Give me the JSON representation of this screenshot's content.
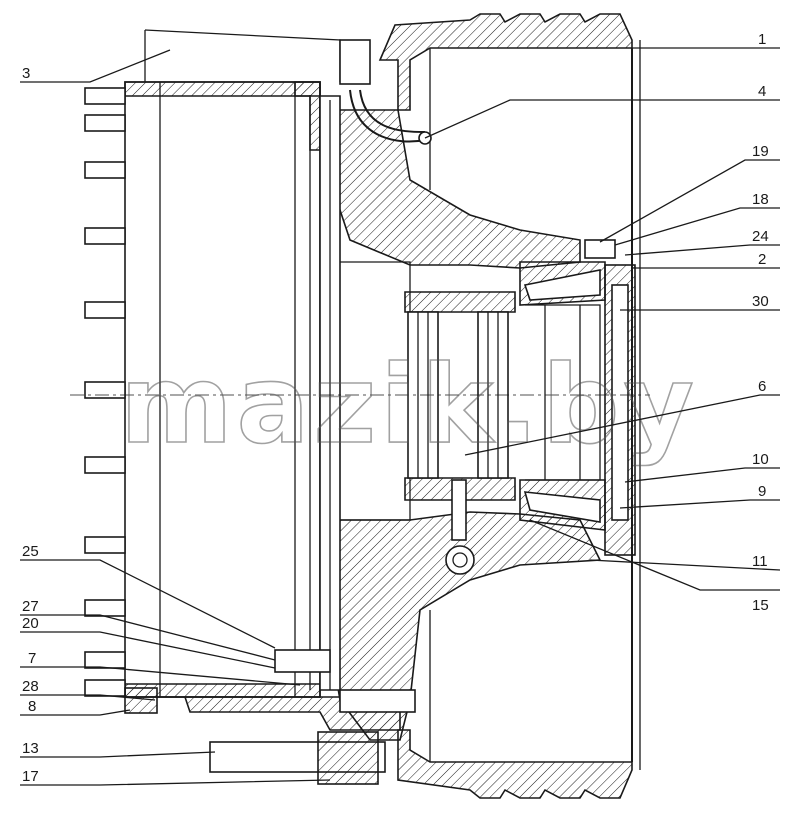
{
  "watermark": "mazik.by",
  "callouts": {
    "c1": "1",
    "c4": "4",
    "c19": "19",
    "c18": "18",
    "c24": "24",
    "c2": "2",
    "c30": "30",
    "c6": "6",
    "c10": "10",
    "c9": "9",
    "c11": "11",
    "c15": "15",
    "c3": "3",
    "c25": "25",
    "c27": "27",
    "c20": "20",
    "c7": "7",
    "c28": "28",
    "c8": "8",
    "c13": "13",
    "c17": "17"
  },
  "colors": {
    "ink": "#1a1a1a",
    "paper": "#ffffff"
  }
}
